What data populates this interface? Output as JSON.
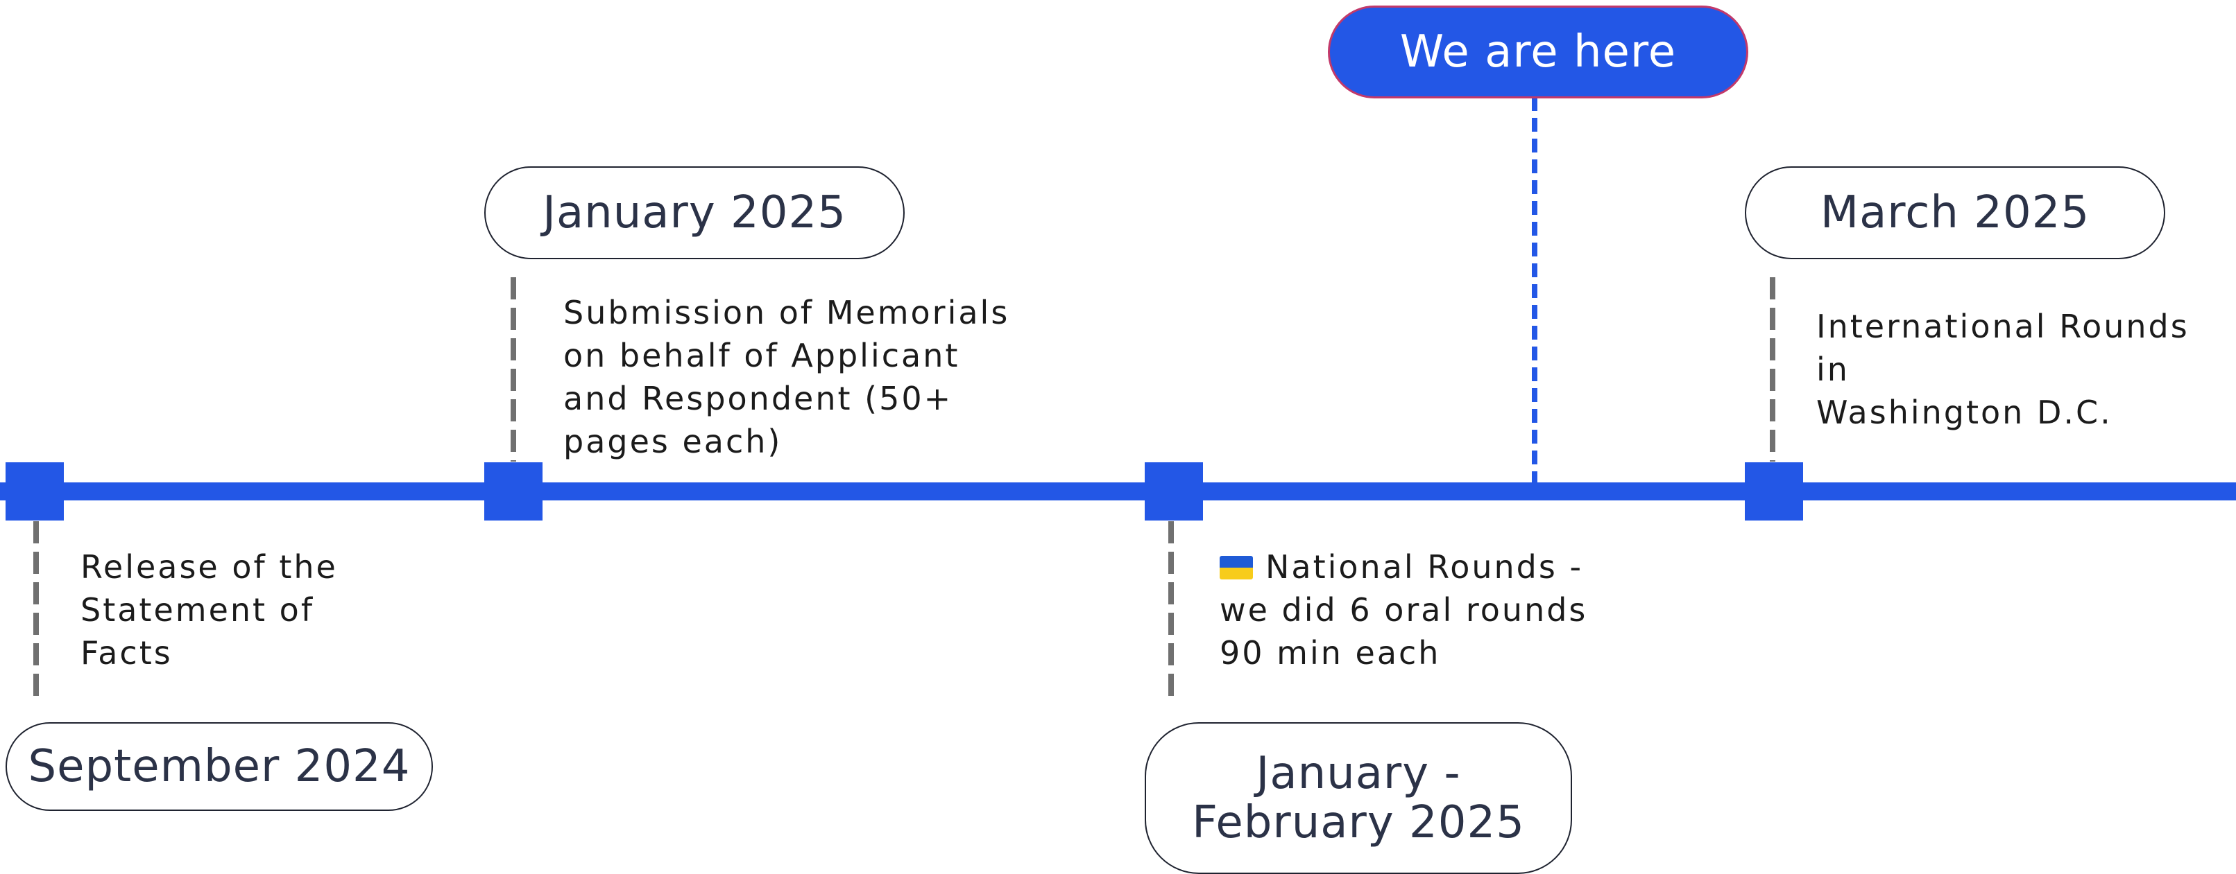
{
  "timeline": {
    "events": [
      {
        "date": "September 2024",
        "description": "Release of the\nStatement of\nFacts"
      },
      {
        "date": "January 2025",
        "description": "Submission of Memorials\non behalf of Applicant\nand Respondent (50+\npages each)"
      },
      {
        "date": "January -\nFebruary 2025",
        "description": "National Rounds -\nwe did 6 oral rounds\n90 min each",
        "flag_icon": "ukraine-flag-icon"
      },
      {
        "date": "March 2025",
        "description": "International Rounds in\nWashington D.C."
      }
    ],
    "current_marker": "We are here"
  },
  "colors": {
    "accent": "#2357e6",
    "connector": "#707070",
    "text": "#2b3247"
  }
}
